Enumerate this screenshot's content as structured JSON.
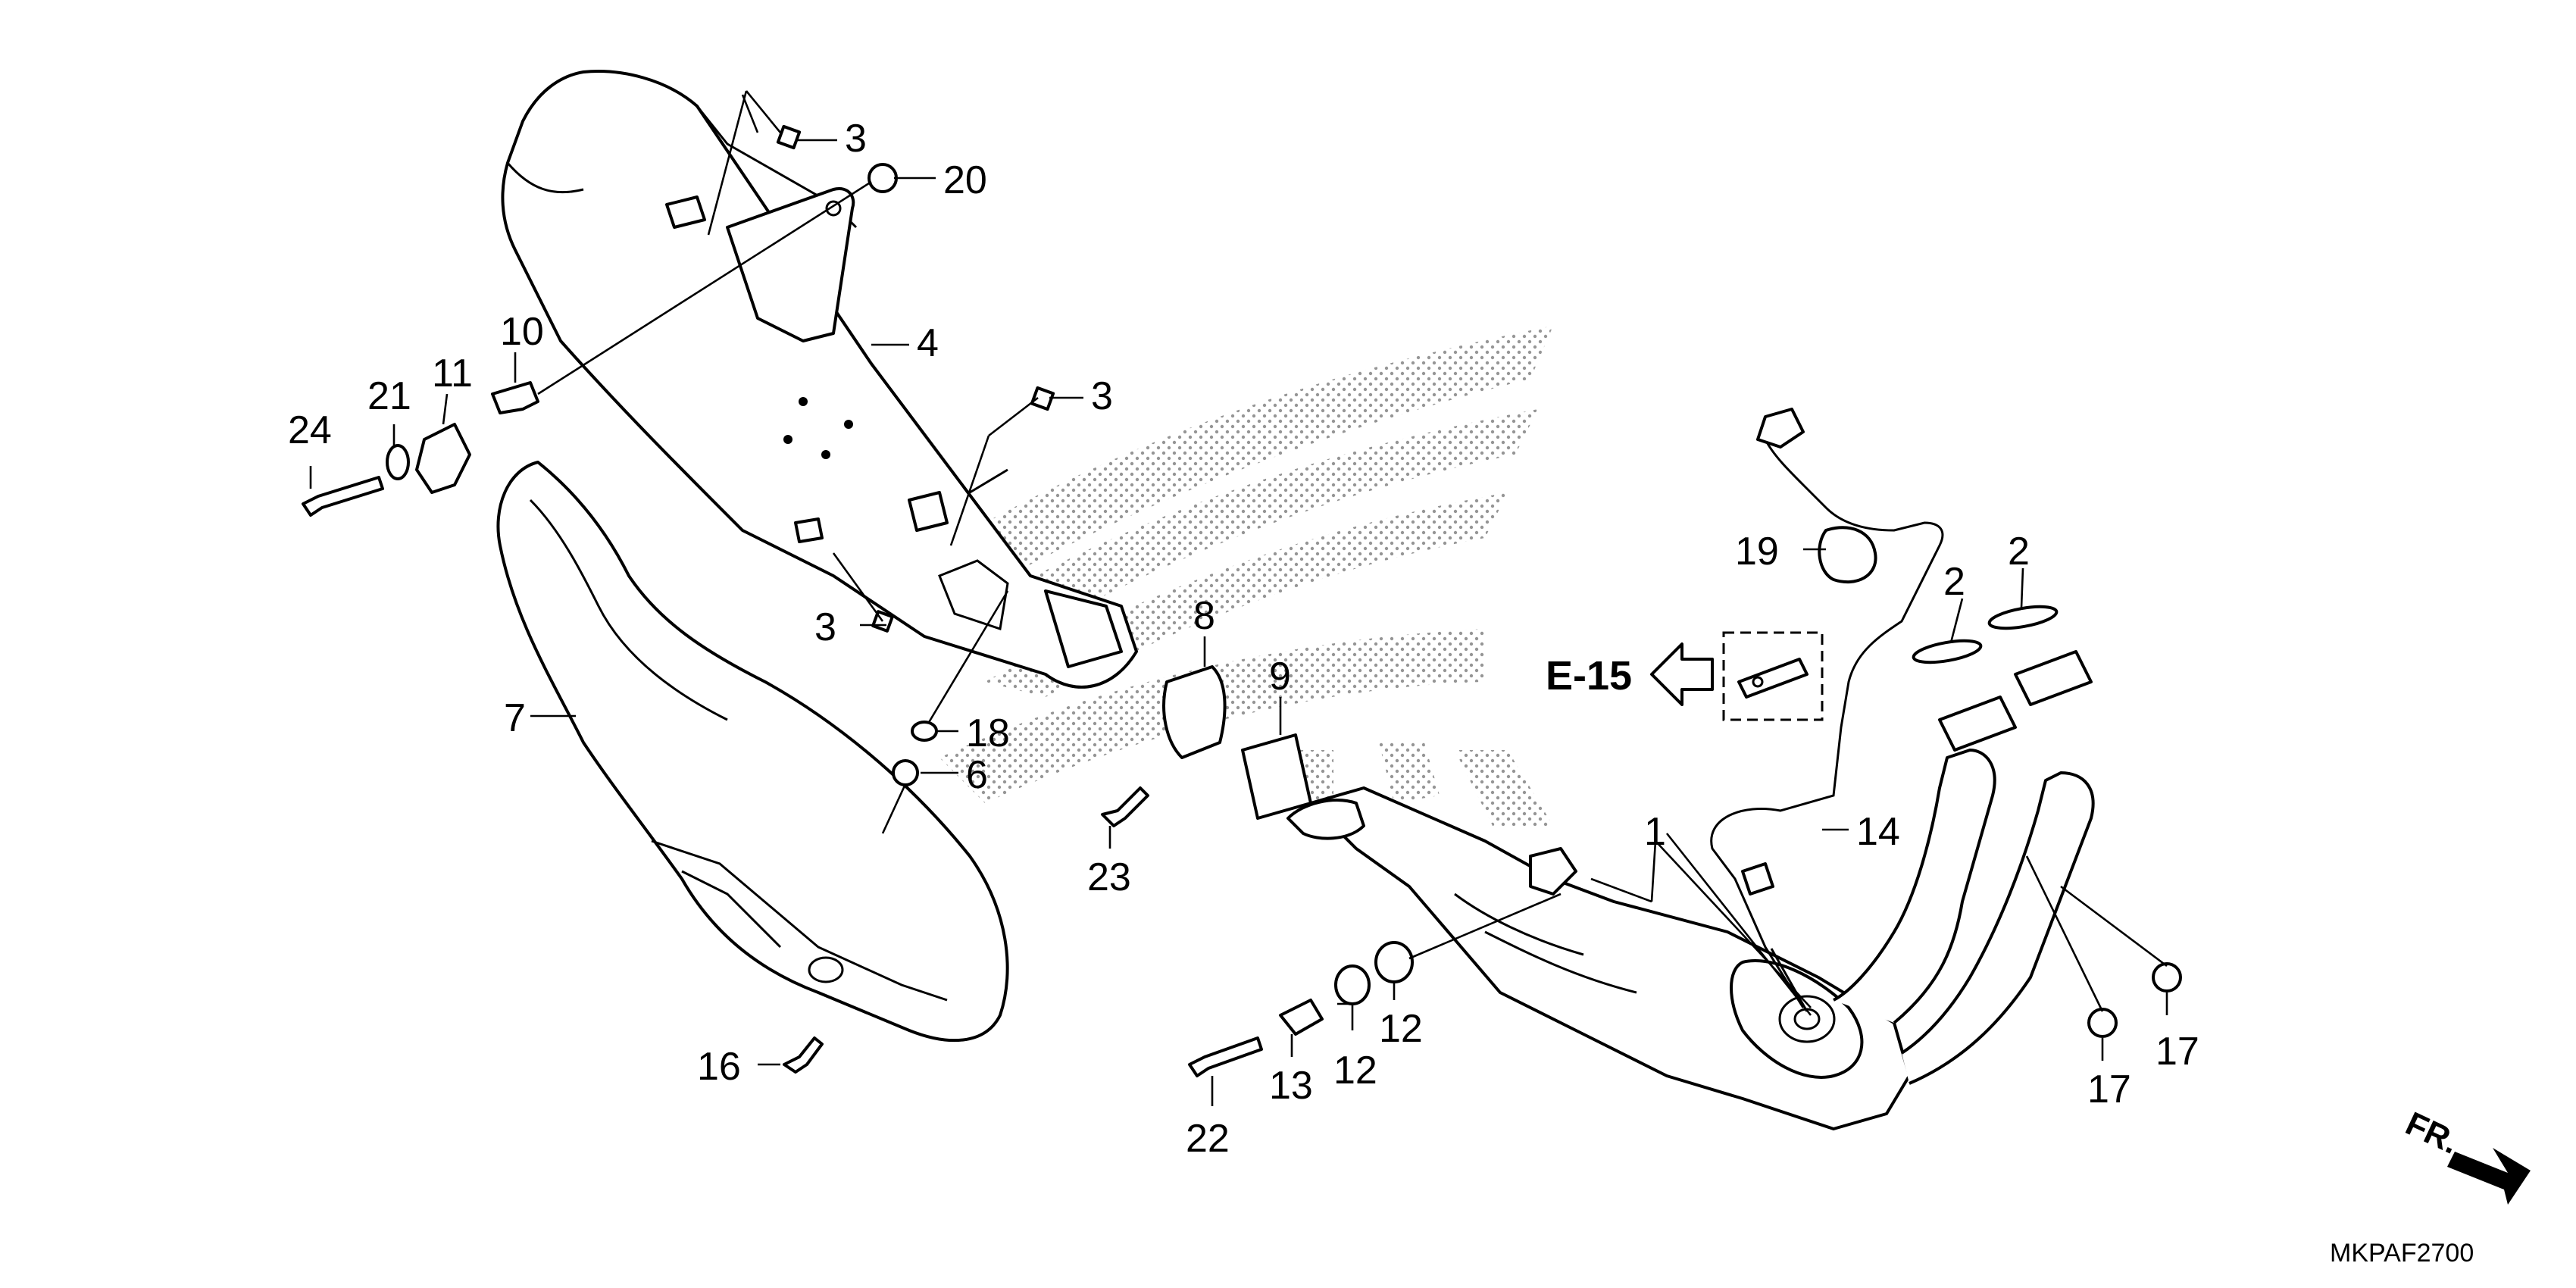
{
  "diagram": {
    "code": "MKPAF2700",
    "reference": "E-15",
    "direction": "FR.",
    "callouts": [
      {
        "id": "c1",
        "label": "1"
      },
      {
        "id": "c2a",
        "label": "2"
      },
      {
        "id": "c2b",
        "label": "2"
      },
      {
        "id": "c3a",
        "label": "3"
      },
      {
        "id": "c3b",
        "label": "3"
      },
      {
        "id": "c3c",
        "label": "3"
      },
      {
        "id": "c4",
        "label": "4"
      },
      {
        "id": "c6",
        "label": "6"
      },
      {
        "id": "c7",
        "label": "7"
      },
      {
        "id": "c8",
        "label": "8"
      },
      {
        "id": "c9",
        "label": "9"
      },
      {
        "id": "c10",
        "label": "10"
      },
      {
        "id": "c11",
        "label": "11"
      },
      {
        "id": "c12a",
        "label": "12"
      },
      {
        "id": "c12b",
        "label": "12"
      },
      {
        "id": "c13",
        "label": "13"
      },
      {
        "id": "c14",
        "label": "14"
      },
      {
        "id": "c16",
        "label": "16"
      },
      {
        "id": "c17a",
        "label": "17"
      },
      {
        "id": "c17b",
        "label": "17"
      },
      {
        "id": "c18",
        "label": "18"
      },
      {
        "id": "c19",
        "label": "19"
      },
      {
        "id": "c20",
        "label": "20"
      },
      {
        "id": "c21",
        "label": "21"
      },
      {
        "id": "c22",
        "label": "22"
      },
      {
        "id": "c23",
        "label": "23"
      },
      {
        "id": "c24",
        "label": "24"
      }
    ]
  }
}
